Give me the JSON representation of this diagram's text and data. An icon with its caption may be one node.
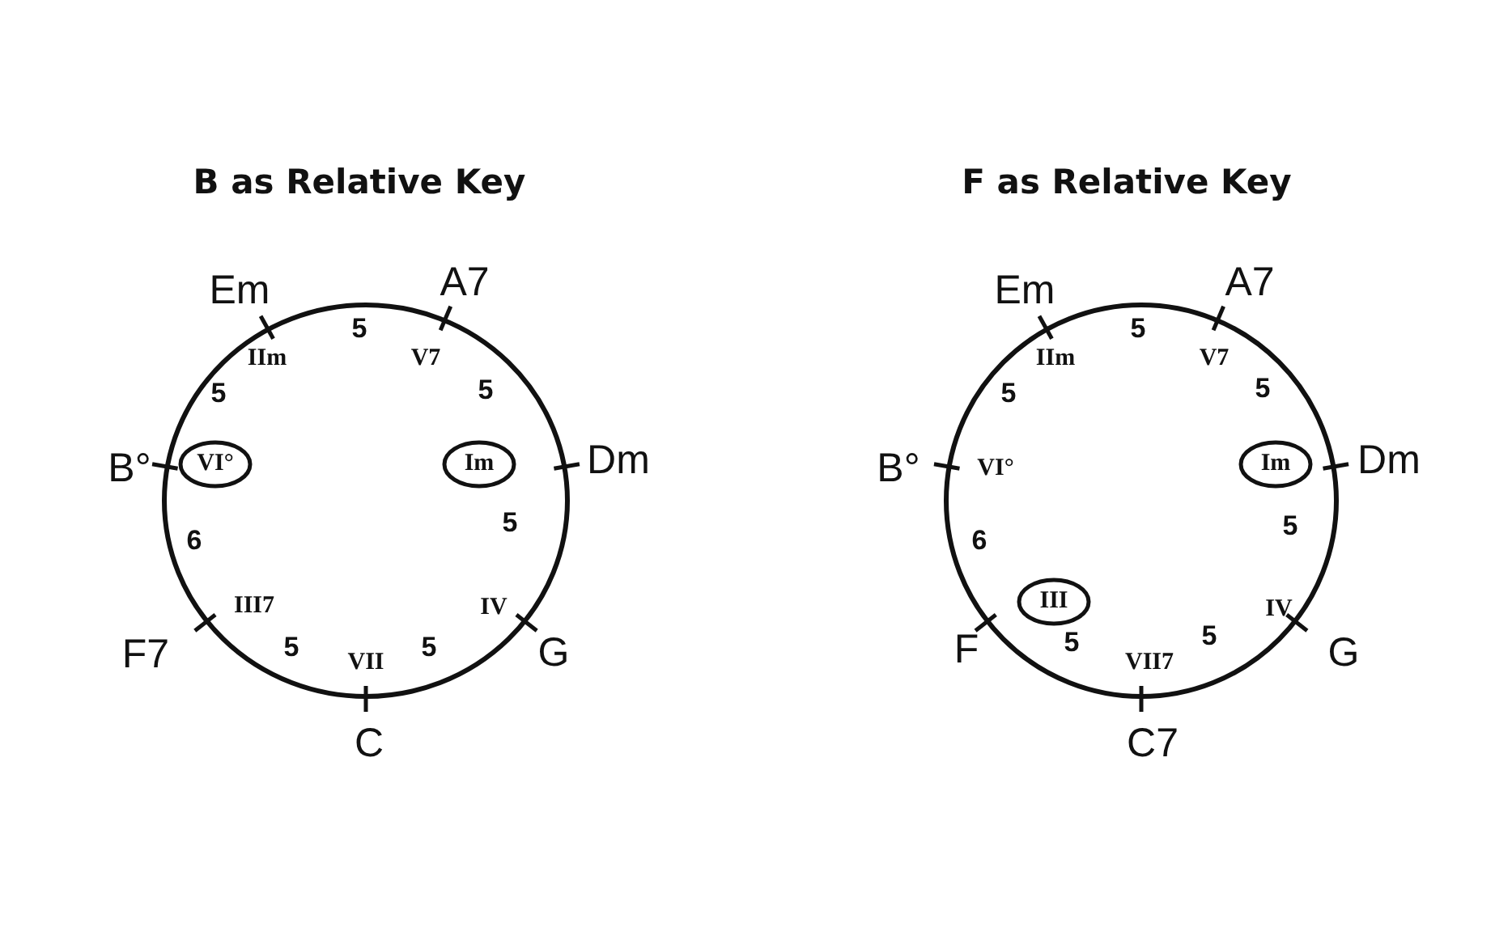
{
  "diagram": {
    "nodes": [
      {
        "text": [],
        "shape": "circle"
      },
      {
        "text": [
          "VI°"
        ],
        "in": 0
      },
      {
        "text": [
          "Im"
        ],
        "in": 0
      },
      {
        "text": [],
        "shape": "circle"
      },
      {
        "text": [
          "Im"
        ],
        "in": 3
      },
      {
        "text": [
          "III"
        ],
        "in": 3
      }
    ],
    "edges": [],
    "labels": [
      "B as Relative Key",
      "F as Relative Key",
      "Em",
      "A7",
      "5",
      "IIm",
      "V7",
      "5",
      "5",
      "B°",
      "Dm",
      "5",
      "6",
      "III7",
      "IV",
      "F7",
      "5",
      "VII",
      "5",
      "G",
      "C",
      "Em",
      "A7",
      "5",
      "IIm",
      "V7",
      "5",
      "5",
      "B°",
      "VI°",
      "Dm",
      "5",
      "6",
      "IV",
      "F",
      "5",
      "VII7",
      "5",
      "G",
      "C7"
    ]
  }
}
